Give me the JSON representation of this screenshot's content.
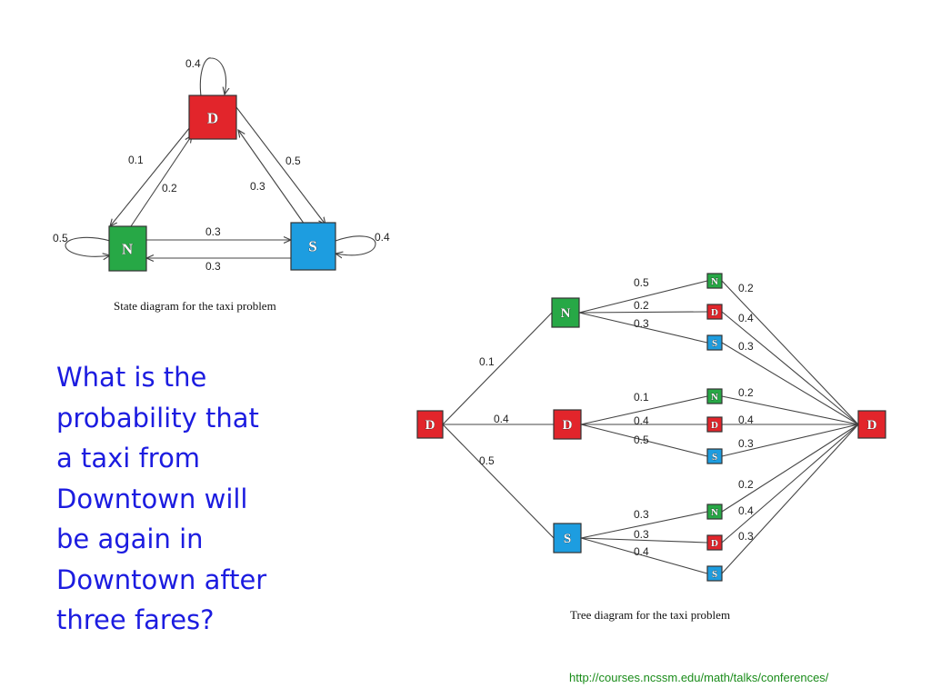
{
  "colors": {
    "D": "#e2252b",
    "N": "#27a846",
    "S": "#1d9de0"
  },
  "state_diagram": {
    "caption": "State diagram for the taxi problem",
    "nodes": {
      "D": "D",
      "N": "N",
      "S": "S"
    },
    "labels": {
      "D_loop": "0.4",
      "D_to_N": "0.1",
      "N_to_D": "0.2",
      "D_to_S": "0.5",
      "S_to_D": "0.3",
      "N_to_S": "0.3",
      "S_to_N": "0.3",
      "N_loop": "0.5",
      "S_loop": "0.4"
    }
  },
  "tree_diagram": {
    "caption": "Tree diagram for the taxi problem",
    "root": "D",
    "level1": [
      {
        "node": "N",
        "prob": "0.1"
      },
      {
        "node": "D",
        "prob": "0.4"
      },
      {
        "node": "S",
        "prob": "0.5"
      }
    ],
    "level2": [
      [
        {
          "node": "N",
          "prob": "0.5",
          "to_end": "0.2"
        },
        {
          "node": "D",
          "prob": "0.2",
          "to_end": "0.4"
        },
        {
          "node": "S",
          "prob": "0.3",
          "to_end": "0.3"
        }
      ],
      [
        {
          "node": "N",
          "prob": "0.1",
          "to_end": "0.2"
        },
        {
          "node": "D",
          "prob": "0.4",
          "to_end": "0.4"
        },
        {
          "node": "S",
          "prob": "0.5",
          "to_end": "0.3"
        }
      ],
      [
        {
          "node": "N",
          "prob": "0.3",
          "to_end": "0.2"
        },
        {
          "node": "D",
          "prob": "0.3",
          "to_end": "0.4"
        },
        {
          "node": "S",
          "prob": "0.4",
          "to_end": "0.3"
        }
      ]
    ],
    "end": "D"
  },
  "question": "What is the\nprobability that\na taxi from\nDowntown will\nbe again in\nDowntown after\nthree fares?",
  "source_url": "http://courses.ncssm.edu/math/talks/conferences/"
}
